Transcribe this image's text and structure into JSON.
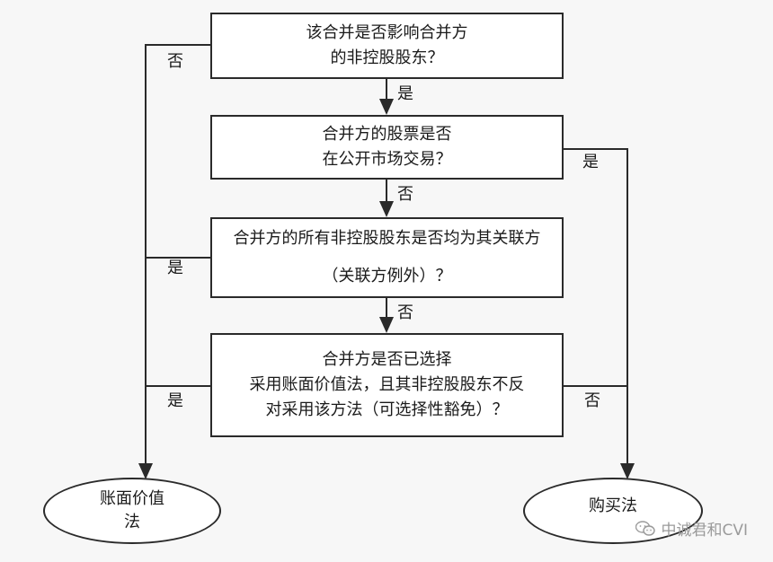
{
  "boxes": {
    "q1": [
      "该合并是否影响合并方",
      "的非控股股东？"
    ],
    "q2": [
      "合并方的股票是否",
      "在公开市场交易？"
    ],
    "q3": [
      "合并方的所有非控股股东是否均为其关联方",
      "（关联方例外）？"
    ],
    "q4": [
      "合并方是否已选择",
      "采用账面价值法，且其非控股股东不反",
      "对采用该方法（可选择性豁免）？"
    ]
  },
  "outcomes": {
    "left": [
      "账面价值",
      "法"
    ],
    "right": [
      "购买法"
    ]
  },
  "edge_labels": {
    "q1_no": "否",
    "q1_yes": "是",
    "q2_yes": "是",
    "q2_no": "否",
    "q3_yes": "是",
    "q3_no": "否",
    "q4_yes": "是",
    "q4_no": "否"
  },
  "watermark": {
    "text": "中诚君和CVI",
    "icon": "wechat-icon"
  }
}
